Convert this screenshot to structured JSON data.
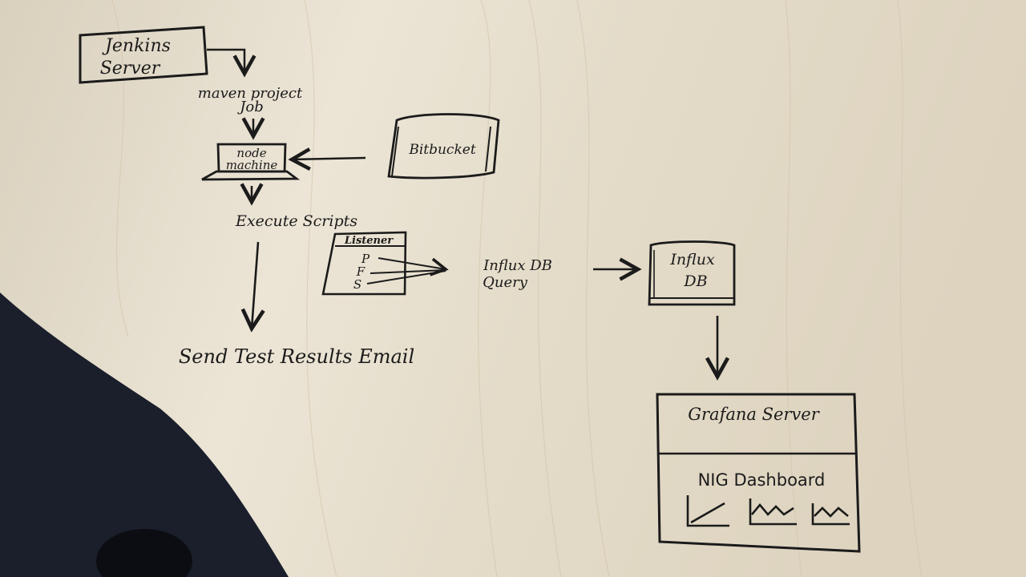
{
  "diagram": {
    "jenkins": {
      "line1": "Jenkins",
      "line2": "Server"
    },
    "maven": {
      "line1": "maven project",
      "line2": "Job"
    },
    "node": {
      "line1": "node",
      "line2": "machine"
    },
    "bitbucket": {
      "label": "Bitbucket"
    },
    "execute": {
      "label": "Execute Scripts"
    },
    "listener": {
      "title": "Listener",
      "p": "P",
      "f": "F",
      "s": "S"
    },
    "query": {
      "line1": "Influx DB",
      "line2": "Query"
    },
    "influx": {
      "line1": "Influx",
      "line2": "DB"
    },
    "email": {
      "label": "Send Test Results Email"
    },
    "grafana": {
      "title": "Grafana Server",
      "dashboard": "NIG Dashboard"
    }
  },
  "colors": {
    "ink": "#1b1b1b",
    "wood": "#e7dfcf",
    "desk_edge": "#1a1f2b"
  }
}
